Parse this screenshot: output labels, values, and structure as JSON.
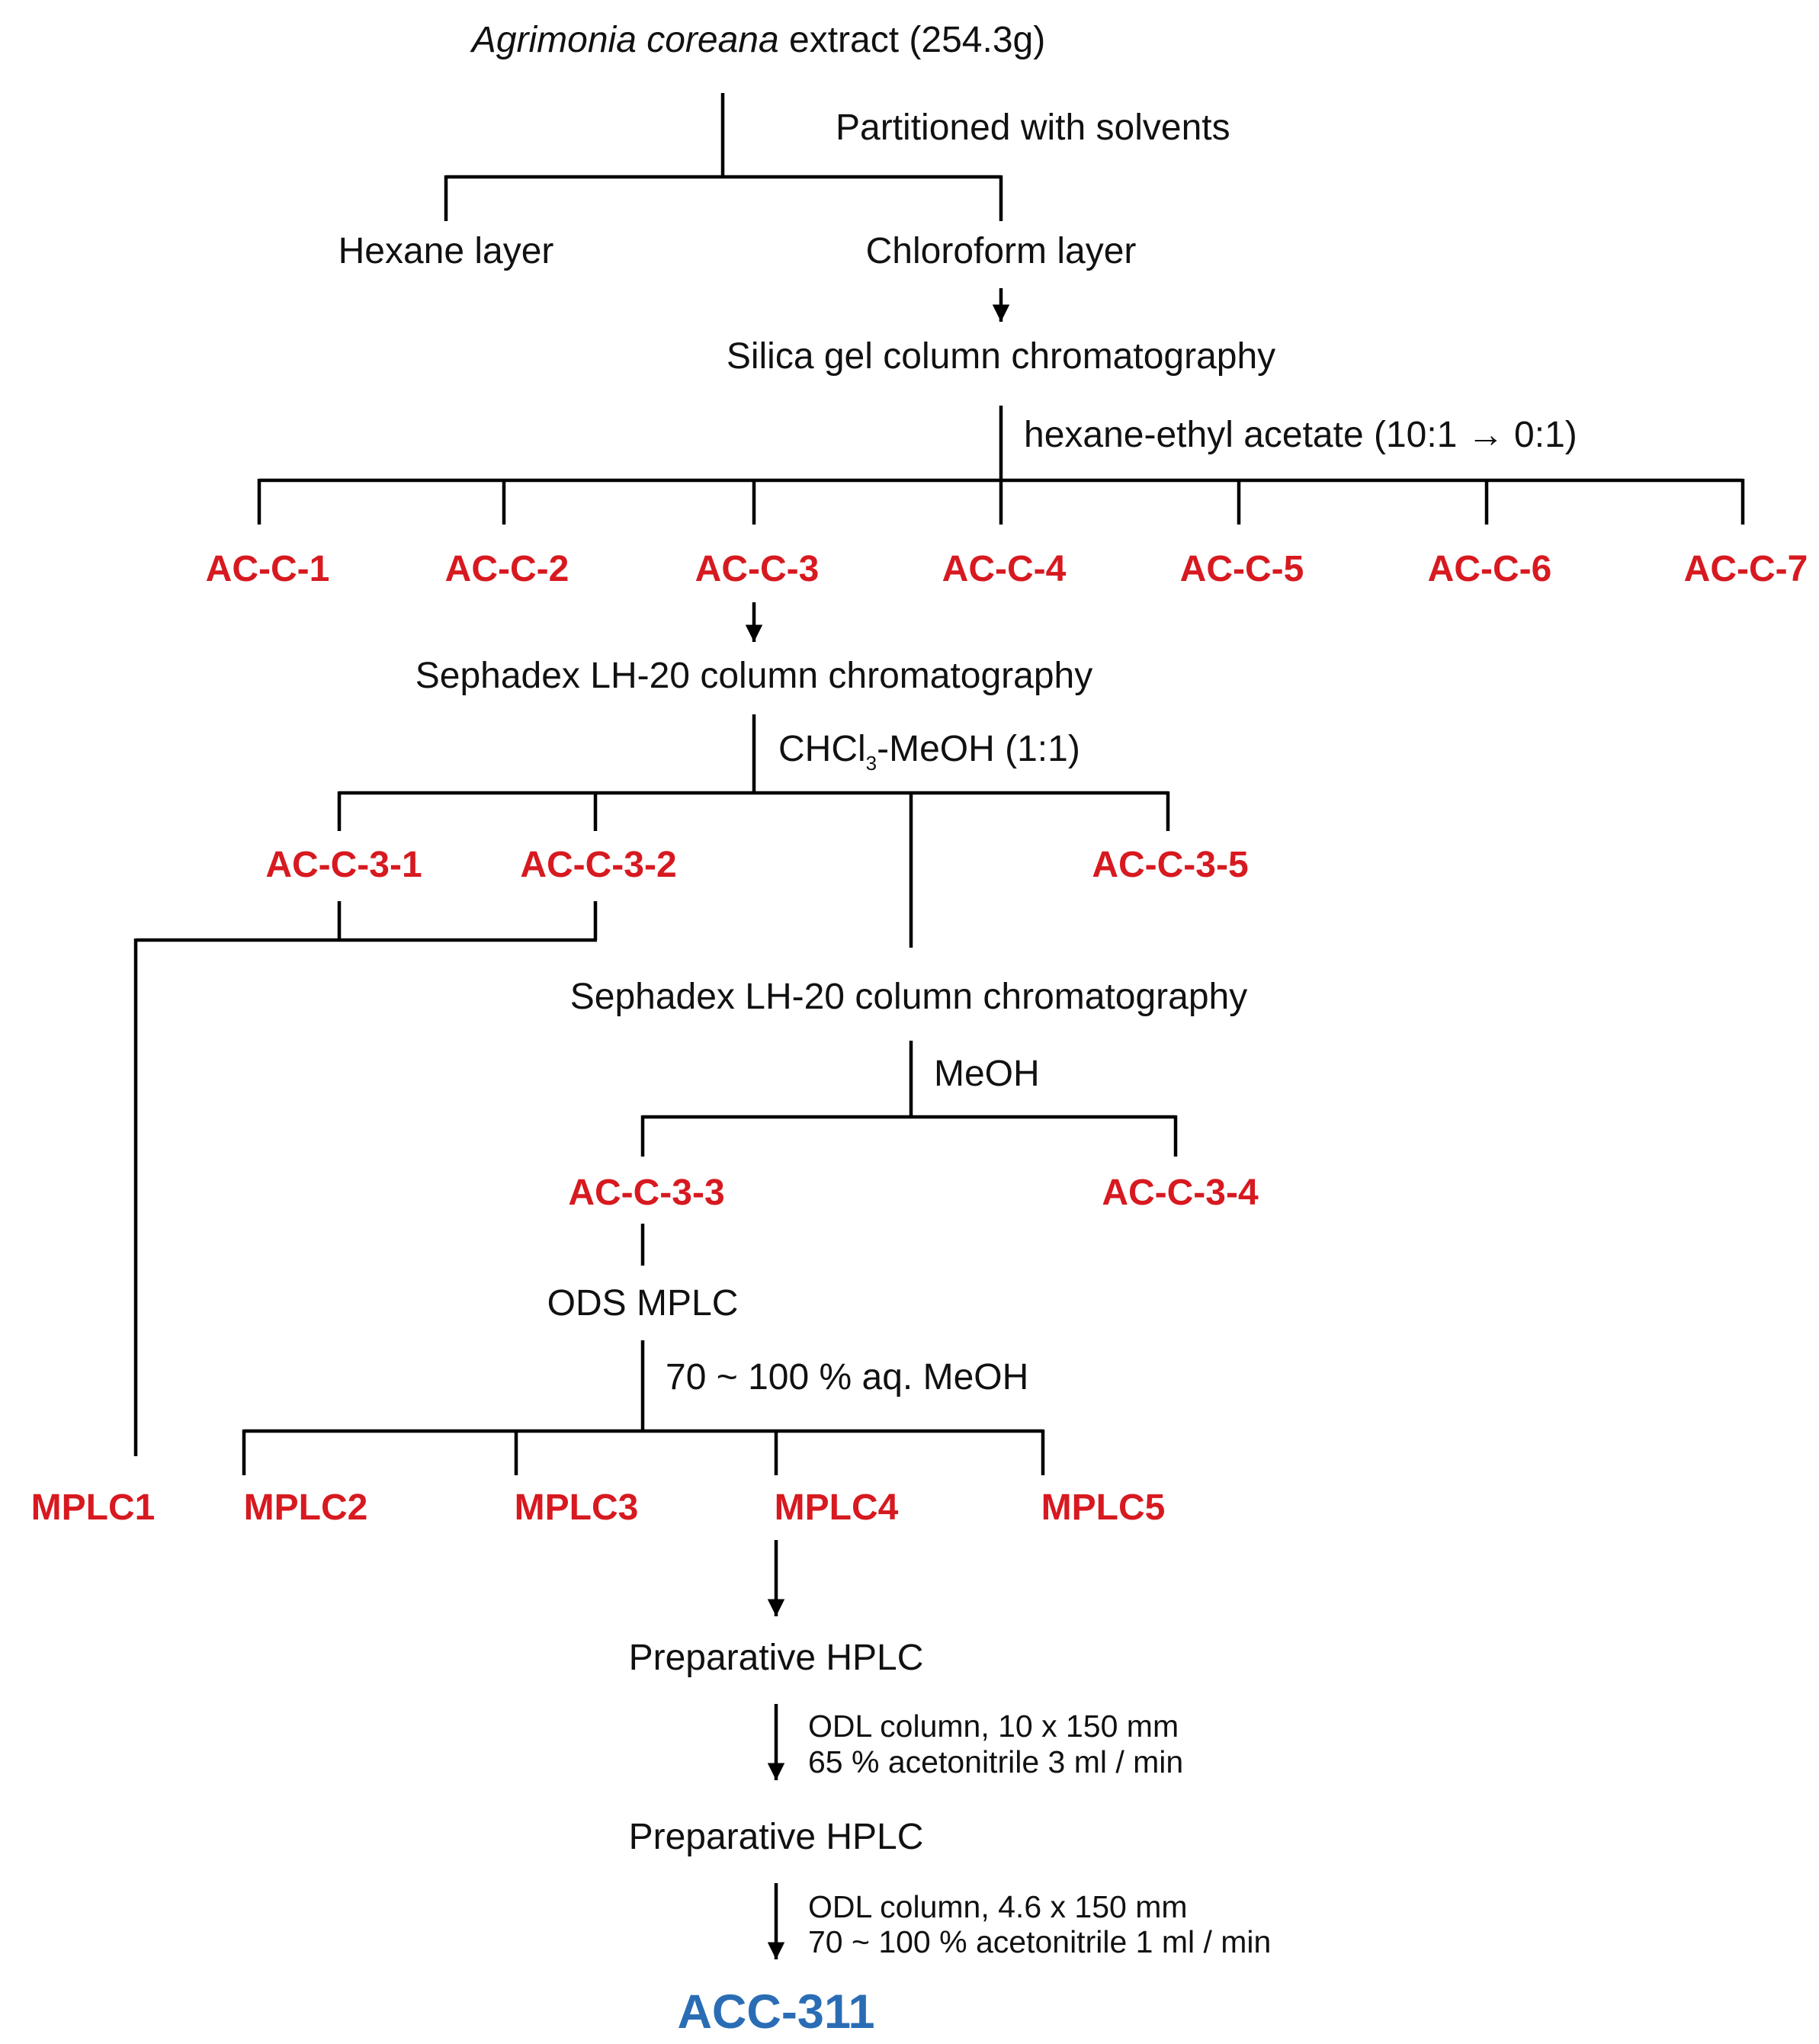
{
  "colors": {
    "fraction": "#d71920",
    "final": "#2a6db5",
    "text": "#111111",
    "line": "#000000"
  },
  "extract": {
    "species": "Agrimonia coreana",
    "suffix": " extract (254.3g)"
  },
  "partition_note": "Partitioned with solvents",
  "layers": {
    "hexane": "Hexane layer",
    "chloroform": "Chloroform layer"
  },
  "silica_step": "Silica gel column chromatography",
  "silica_eluent": "hexane-ethyl acetate (10:1 → 0:1)",
  "silica_fractions": [
    "AC-C-1",
    "AC-C-2",
    "AC-C-3",
    "AC-C-4",
    "AC-C-5",
    "AC-C-6",
    "AC-C-7"
  ],
  "sephadex_step_1": "Sephadex LH-20 column chromatography",
  "sephadex_eluent_1": {
    "prefix": "CHCl",
    "subscript": "3",
    "suffix": "-MeOH (1:1)"
  },
  "sephadex_fractions_1": [
    "AC-C-3-1",
    "AC-C-3-2",
    "AC-C-3-5"
  ],
  "sephadex_step_2": "Sephadex LH-20 column chromatography",
  "sephadex_eluent_2": "MeOH",
  "sephadex_fractions_2": [
    "AC-C-3-3",
    "AC-C-3-4"
  ],
  "mplc_step": "ODS MPLC",
  "mplc_eluent": "70 ~ 100 % aq. MeOH",
  "mplc_fractions": [
    "MPLC1",
    "MPLC2",
    "MPLC3",
    "MPLC4",
    "MPLC5"
  ],
  "hplc_1": {
    "step": "Preparative HPLC",
    "column": "ODL column, 10 x 150 mm",
    "conditions": "65 % acetonitrile 3 ml / min"
  },
  "hplc_2": {
    "step": "Preparative HPLC",
    "column": "ODL column, 4.6 x 150 mm",
    "conditions": "70 ~ 100 % acetonitrile 1 ml / min"
  },
  "final_compound": "ACC-311"
}
